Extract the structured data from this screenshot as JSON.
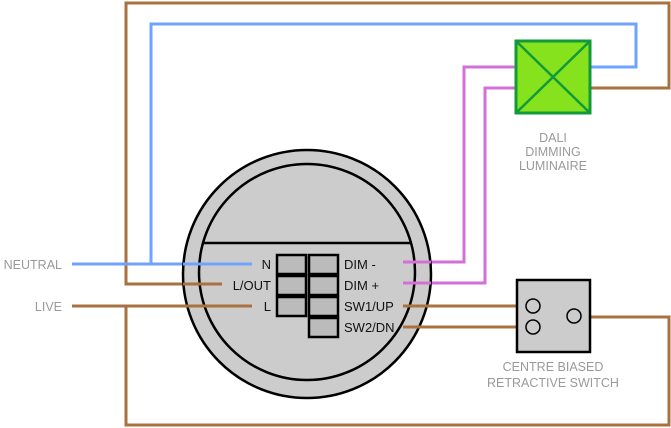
{
  "colors": {
    "neutral_wire": "#6fa3ff",
    "live_wire": "#a8713f",
    "dali_wire": "#d46fd8",
    "luminaire_fill": "#86e21c",
    "luminaire_stroke": "#119a3a",
    "device_fill": "#cccccc",
    "terminal_fill": "#bbbbbb",
    "label_gray": "#9a9a9a"
  },
  "supply": {
    "neutral_label": "NEUTRAL",
    "live_label": "LIVE"
  },
  "sensor": {
    "left_terminals": [
      {
        "label": "N",
        "wire": "neutral"
      },
      {
        "label": "L/OUT",
        "wire": "live"
      },
      {
        "label": "L",
        "wire": "live"
      }
    ],
    "right_terminals": [
      {
        "label": "DIM -",
        "wire": "dali"
      },
      {
        "label": "DIM +",
        "wire": "dali"
      },
      {
        "label": "SW1/UP",
        "wire": "live"
      },
      {
        "label": "SW2/DN",
        "wire": "live"
      }
    ]
  },
  "luminaire": {
    "label_lines": [
      "DALI",
      "DIMMING",
      "LUMINAIRE"
    ]
  },
  "switch": {
    "label_lines": [
      "CENTRE BIASED",
      "RETRACTIVE SWITCH"
    ]
  }
}
